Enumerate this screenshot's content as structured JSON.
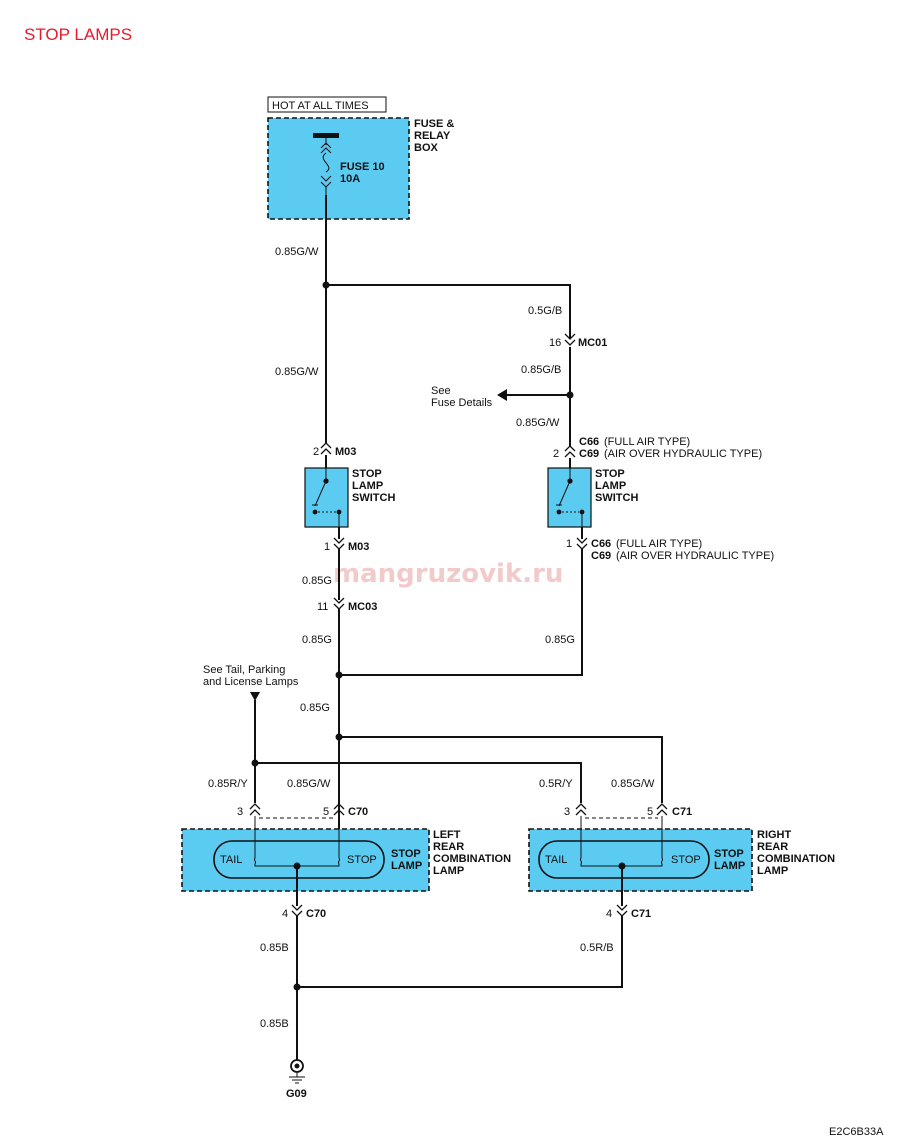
{
  "title": "STOP LAMPS",
  "power_source": "HOT AT ALL TIMES",
  "fuse_box": {
    "name": [
      "FUSE &",
      "RELAY",
      "BOX"
    ],
    "fuse": "FUSE 10",
    "rating": "10A"
  },
  "wires": {
    "w1": "0.85G/W",
    "w2": "0.85G/W",
    "w3": "0.5G/B",
    "w4": "0.85G/B",
    "w5": "0.85G/W",
    "w6": "0.85G",
    "w7": "0.85G",
    "w8": "0.85G",
    "w9": "0.85G",
    "w10": "0.85R/Y",
    "w11": "0.85G/W",
    "w12": "0.5R/Y",
    "w13": "0.85G/W",
    "w14": "0.85B",
    "w15": "0.5R/B",
    "w16": "0.85B"
  },
  "connectors": {
    "mc01": {
      "pin": "16",
      "name": "MC01"
    },
    "m03_top": {
      "pin": "2",
      "name": "M03"
    },
    "m03_bot": {
      "pin": "1",
      "name": "M03"
    },
    "mc03": {
      "pin": "11",
      "name": "MC03"
    },
    "c66_top": {
      "pin": "2",
      "name1": "C66",
      "desc1": "(FULL AIR TYPE)",
      "name2": "C69",
      "desc2": "(AIR OVER HYDRAULIC TYPE)"
    },
    "c66_bot": {
      "pin": "1",
      "name1": "C66",
      "desc1": "(FULL AIR TYPE)",
      "name2": "C69",
      "desc2": "(AIR OVER HYDRAULIC TYPE)"
    },
    "c70_top": {
      "pin_a": "3",
      "pin_b": "5",
      "name": "C70"
    },
    "c70_bot": {
      "pin": "4",
      "name": "C70"
    },
    "c71_top": {
      "pin_a": "3",
      "pin_b": "5",
      "name": "C71"
    },
    "c71_bot": {
      "pin": "4",
      "name": "C71"
    }
  },
  "notes": {
    "fuse_details": [
      "See",
      "Fuse Details"
    ],
    "tail_lamps": [
      "See Tail, Parking",
      "and License Lamps"
    ]
  },
  "switch_label": [
    "STOP",
    "LAMP",
    "SWITCH"
  ],
  "left_lamp": {
    "name": [
      "LEFT",
      "REAR",
      "COMBINATION",
      "LAMP"
    ],
    "tail": "TAIL",
    "stop": "STOP",
    "stop_lamp": [
      "STOP",
      "LAMP"
    ]
  },
  "right_lamp": {
    "name": [
      "RIGHT",
      "REAR",
      "COMBINATION",
      "LAMP"
    ],
    "tail": "TAIL",
    "stop": "STOP",
    "stop_lamp": [
      "STOP",
      "LAMP"
    ]
  },
  "ground": "G09",
  "watermark": "mangruzovik.ru",
  "diagram_code": "E2C6B33A"
}
